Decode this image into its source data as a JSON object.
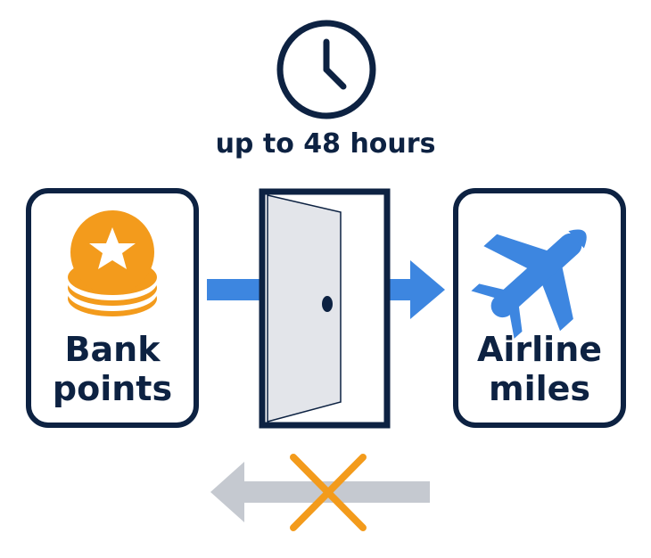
{
  "timing": {
    "label": "up to 48 hours",
    "icon": "clock-icon"
  },
  "source": {
    "line1": "Bank",
    "line2": "points",
    "icon": "coin-stack-icon"
  },
  "destination": {
    "line1": "Airline",
    "line2": "miles",
    "icon": "airplane-icon"
  },
  "transfer": {
    "icon": "door-icon",
    "forward_icon": "right-arrow-icon",
    "reverse_icon": "left-arrow-icon",
    "reverse_blocked_icon": "cross-icon"
  },
  "colors": {
    "outline": "#0d2242",
    "forward_arrow": "#3d86e0",
    "reverse_arrow": "#c5c9d0",
    "coin": "#f39b1c",
    "cross": "#f39b1c",
    "plane": "#3d86e0",
    "door_fill": "#e3e5ea"
  }
}
